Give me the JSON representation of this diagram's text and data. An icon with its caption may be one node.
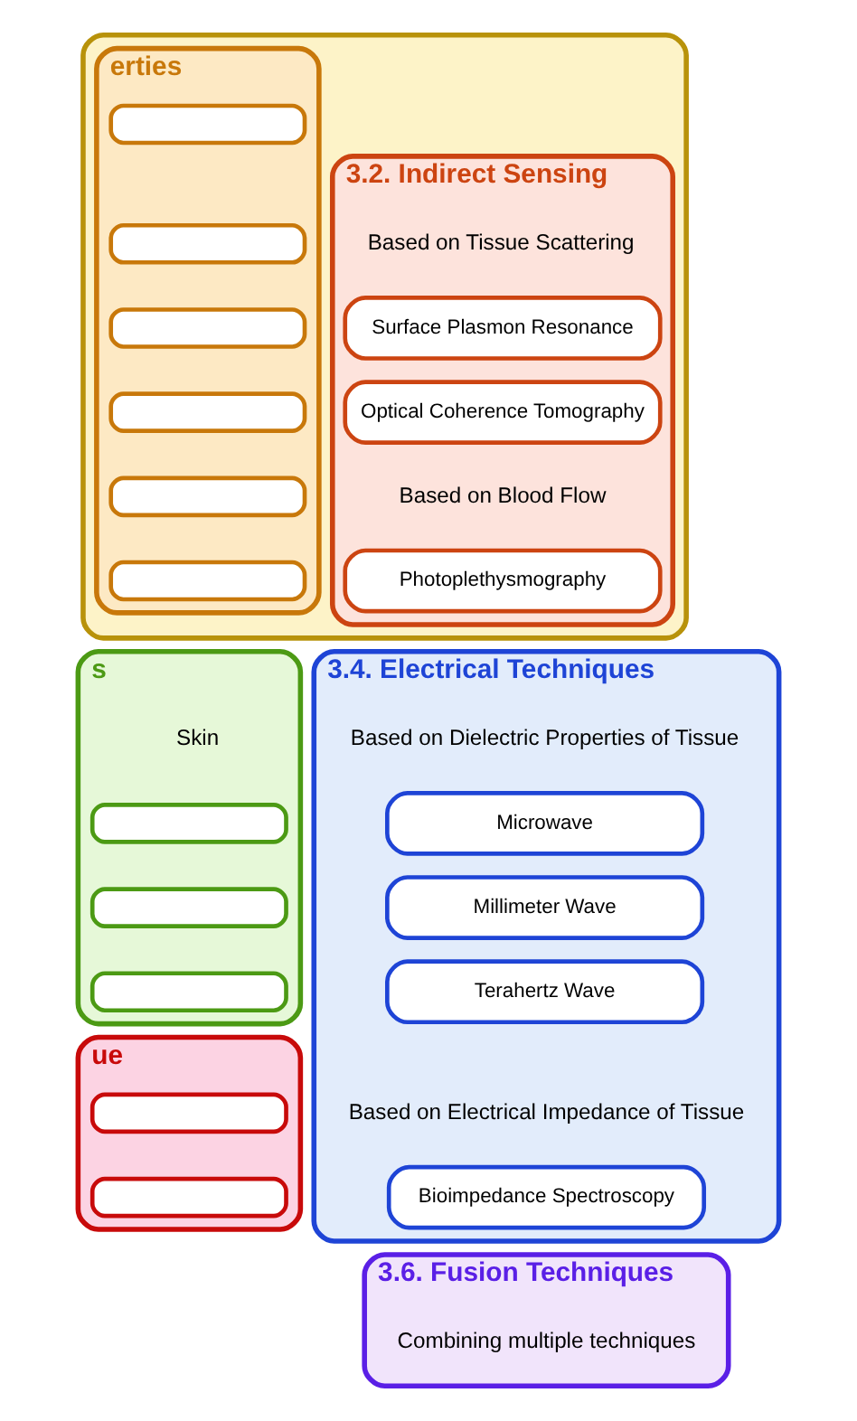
{
  "diagram": {
    "nodes": [
      {
        "text": [],
        "shape": "box"
      },
      {
        "text": [
          "erties"
        ],
        "in": 0
      },
      {
        "text": [],
        "shape": "box",
        "in": 1
      },
      {
        "text": [],
        "shape": "box",
        "in": 1
      },
      {
        "text": [],
        "shape": "box",
        "in": 1
      },
      {
        "text": [],
        "shape": "box",
        "in": 1
      },
      {
        "text": [],
        "shape": "box",
        "in": 1
      },
      {
        "text": [],
        "shape": "box",
        "in": 1
      },
      {
        "text": [
          "3.2. Indirect Sensing",
          "Based on Tissue Scattering",
          "Based on Blood Flow"
        ],
        "in": 0
      },
      {
        "text": [
          "Surface Plasmon Resonance"
        ],
        "in": 8
      },
      {
        "text": [
          "Optical Coherence Tomography"
        ],
        "in": 8
      },
      {
        "text": [
          "Photoplethysmography"
        ],
        "in": 8
      },
      {
        "text": [
          "s",
          "Skin"
        ]
      },
      {
        "text": [],
        "shape": "box",
        "in": 12
      },
      {
        "text": [],
        "shape": "box",
        "in": 12
      },
      {
        "text": [],
        "shape": "box",
        "in": 12
      },
      {
        "text": [
          "3.4. Electrical Techniques",
          "Based on Dielectric Properties of Tissue",
          "Based on Electrical Impedance of Tissue"
        ]
      },
      {
        "text": [
          "Microwave"
        ],
        "in": 16
      },
      {
        "text": [
          "Millimeter Wave"
        ],
        "in": 16
      },
      {
        "text": [
          "Terahertz Wave"
        ],
        "in": 16
      },
      {
        "text": [
          "Bioimpedance Spectroscopy"
        ],
        "in": 16
      },
      {
        "text": [
          "ue"
        ]
      },
      {
        "text": [],
        "shape": "box",
        "in": 21
      },
      {
        "text": [],
        "shape": "box",
        "in": 21
      },
      {
        "text": [
          "3.6. Fusion Techniques",
          "Combining multiple techniques"
        ]
      }
    ]
  }
}
